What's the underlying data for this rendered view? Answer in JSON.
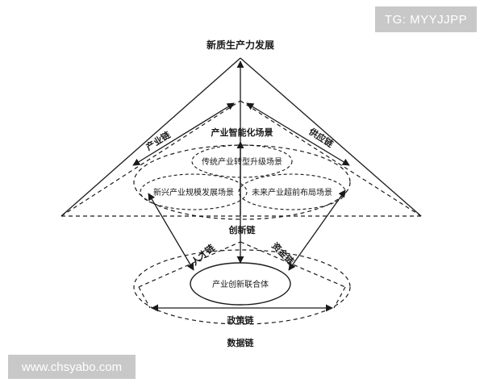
{
  "diagram": {
    "apex": "新质生产力发展",
    "industry_chain": "产业链",
    "supply_chain": "供应链",
    "smart_scenario": "产业智能化场景",
    "traditional_upgrade": "传统产业转型升级场景",
    "emerging_scale": "新兴产业规模发展场景",
    "future_layout": "未来产业超前布局场景",
    "innovation_chain": "创新链",
    "talent_chain": "人才链",
    "capital_chain": "资金链",
    "union": "产业创新联合体",
    "policy_chain": "政策链",
    "data_chain": "数据链"
  },
  "watermarks": {
    "top": "TG: MYYJJPP",
    "bottom": "www.chsyabo.com"
  }
}
